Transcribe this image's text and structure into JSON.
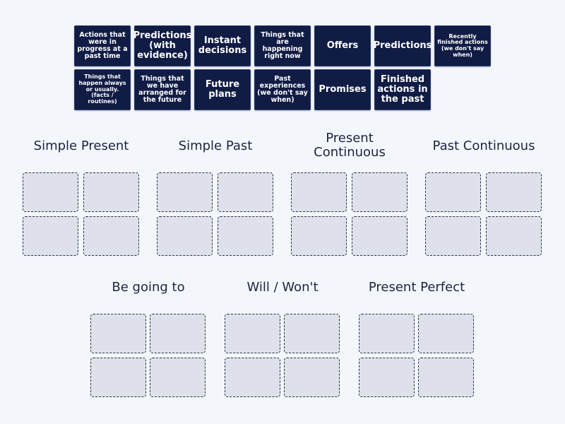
{
  "activity": {
    "type": "group sort",
    "colors": {
      "background": "#f3f7fc",
      "card": "#111c45",
      "card_text": "#ffffff",
      "slot_fill": "#dfe1ea",
      "slot_border": "#2b2f45",
      "heading_text": "#1d2340"
    }
  },
  "cards": [
    {
      "label": "Actions that were in progress at a past time"
    },
    {
      "label": "Predictions (with evidence)"
    },
    {
      "label": "Instant decisions"
    },
    {
      "label": "Things that are happening right now"
    },
    {
      "label": "Offers"
    },
    {
      "label": "Predictions"
    },
    {
      "label": "Recently finished actions (we don't say when)"
    },
    {
      "label": "Things that happen always or usually. (facts / routines)"
    },
    {
      "label": "Things that we have arranged for the future"
    },
    {
      "label": "Future plans"
    },
    {
      "label": "Past experiences (we don't say when)"
    },
    {
      "label": "Promises"
    },
    {
      "label": "Finished actions in the past"
    }
  ],
  "groups": [
    {
      "title": "Simple Present",
      "slots": 4
    },
    {
      "title": "Simple Past",
      "slots": 4
    },
    {
      "title": "Present Continuous",
      "slots": 4
    },
    {
      "title": "Past Continuous",
      "slots": 4
    },
    {
      "title": "Be going to",
      "slots": 4
    },
    {
      "title": "Will / Won't",
      "slots": 4
    },
    {
      "title": "Present Perfect",
      "slots": 4
    }
  ]
}
